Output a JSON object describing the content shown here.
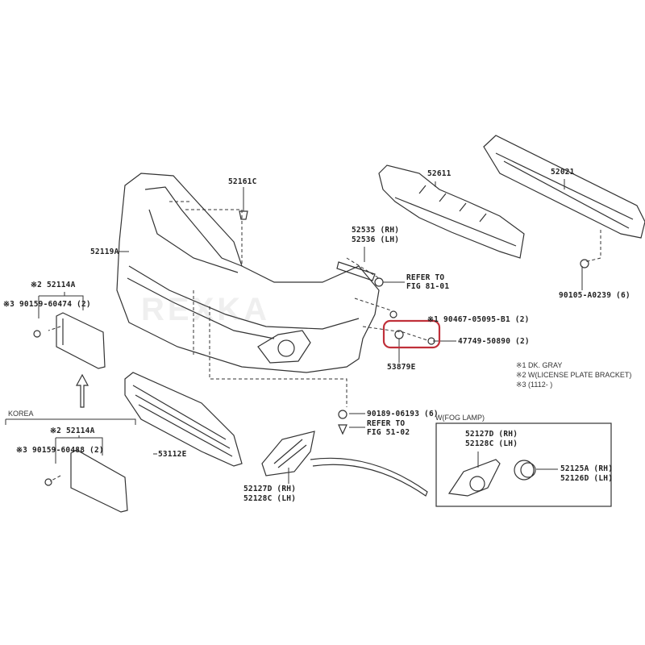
{
  "watermark": "REXKA",
  "labels": {
    "reinforcement": "52021",
    "absorber": "52611",
    "clip_top": "52161C",
    "bumper_cover": "52119A",
    "support_rh": "52535 (RH)",
    "support_lh": "52536 (LH)",
    "refer_81_line1": "REFER TO",
    "refer_81_line2": "FIG 81-01",
    "bolt_right": "90105-A0239 (6)",
    "plate_bracket_top": "※2 52114A",
    "screw_top": "※3 90159-60474 (2)",
    "clip_dk_gray": "※1 90467-05095-B1 (2)",
    "nut": "47749-50890 (2)",
    "bracket_part": "53879E",
    "note1": "※1 DK. GRAY",
    "note2": "※2 W(LICENSE PLATE BRACKET)",
    "note3": "※3 (1112-      )",
    "clip_bottom": "90189-06193 (6)",
    "refer_51_line1": "REFER TO",
    "refer_51_line2": "FIG 51-02",
    "korea": "KOREA",
    "plate_bracket_korea": "※2 52114A",
    "screw_korea": "※3 90159-60488 (2)",
    "grille": "53112E",
    "fog_group": "W(FOG LAMP)",
    "fog_cover_rh_box": "52127D (RH)",
    "fog_cover_lh_box": "52128C (LH)",
    "fog_lamp_rh": "52125A (RH)",
    "fog_lamp_lh": "52126D (LH)",
    "fog_cover_rh": "52127D (RH)",
    "fog_cover_lh": "52128C (LH)"
  },
  "colors": {
    "highlight": "#c0303a",
    "line": "#333333"
  }
}
